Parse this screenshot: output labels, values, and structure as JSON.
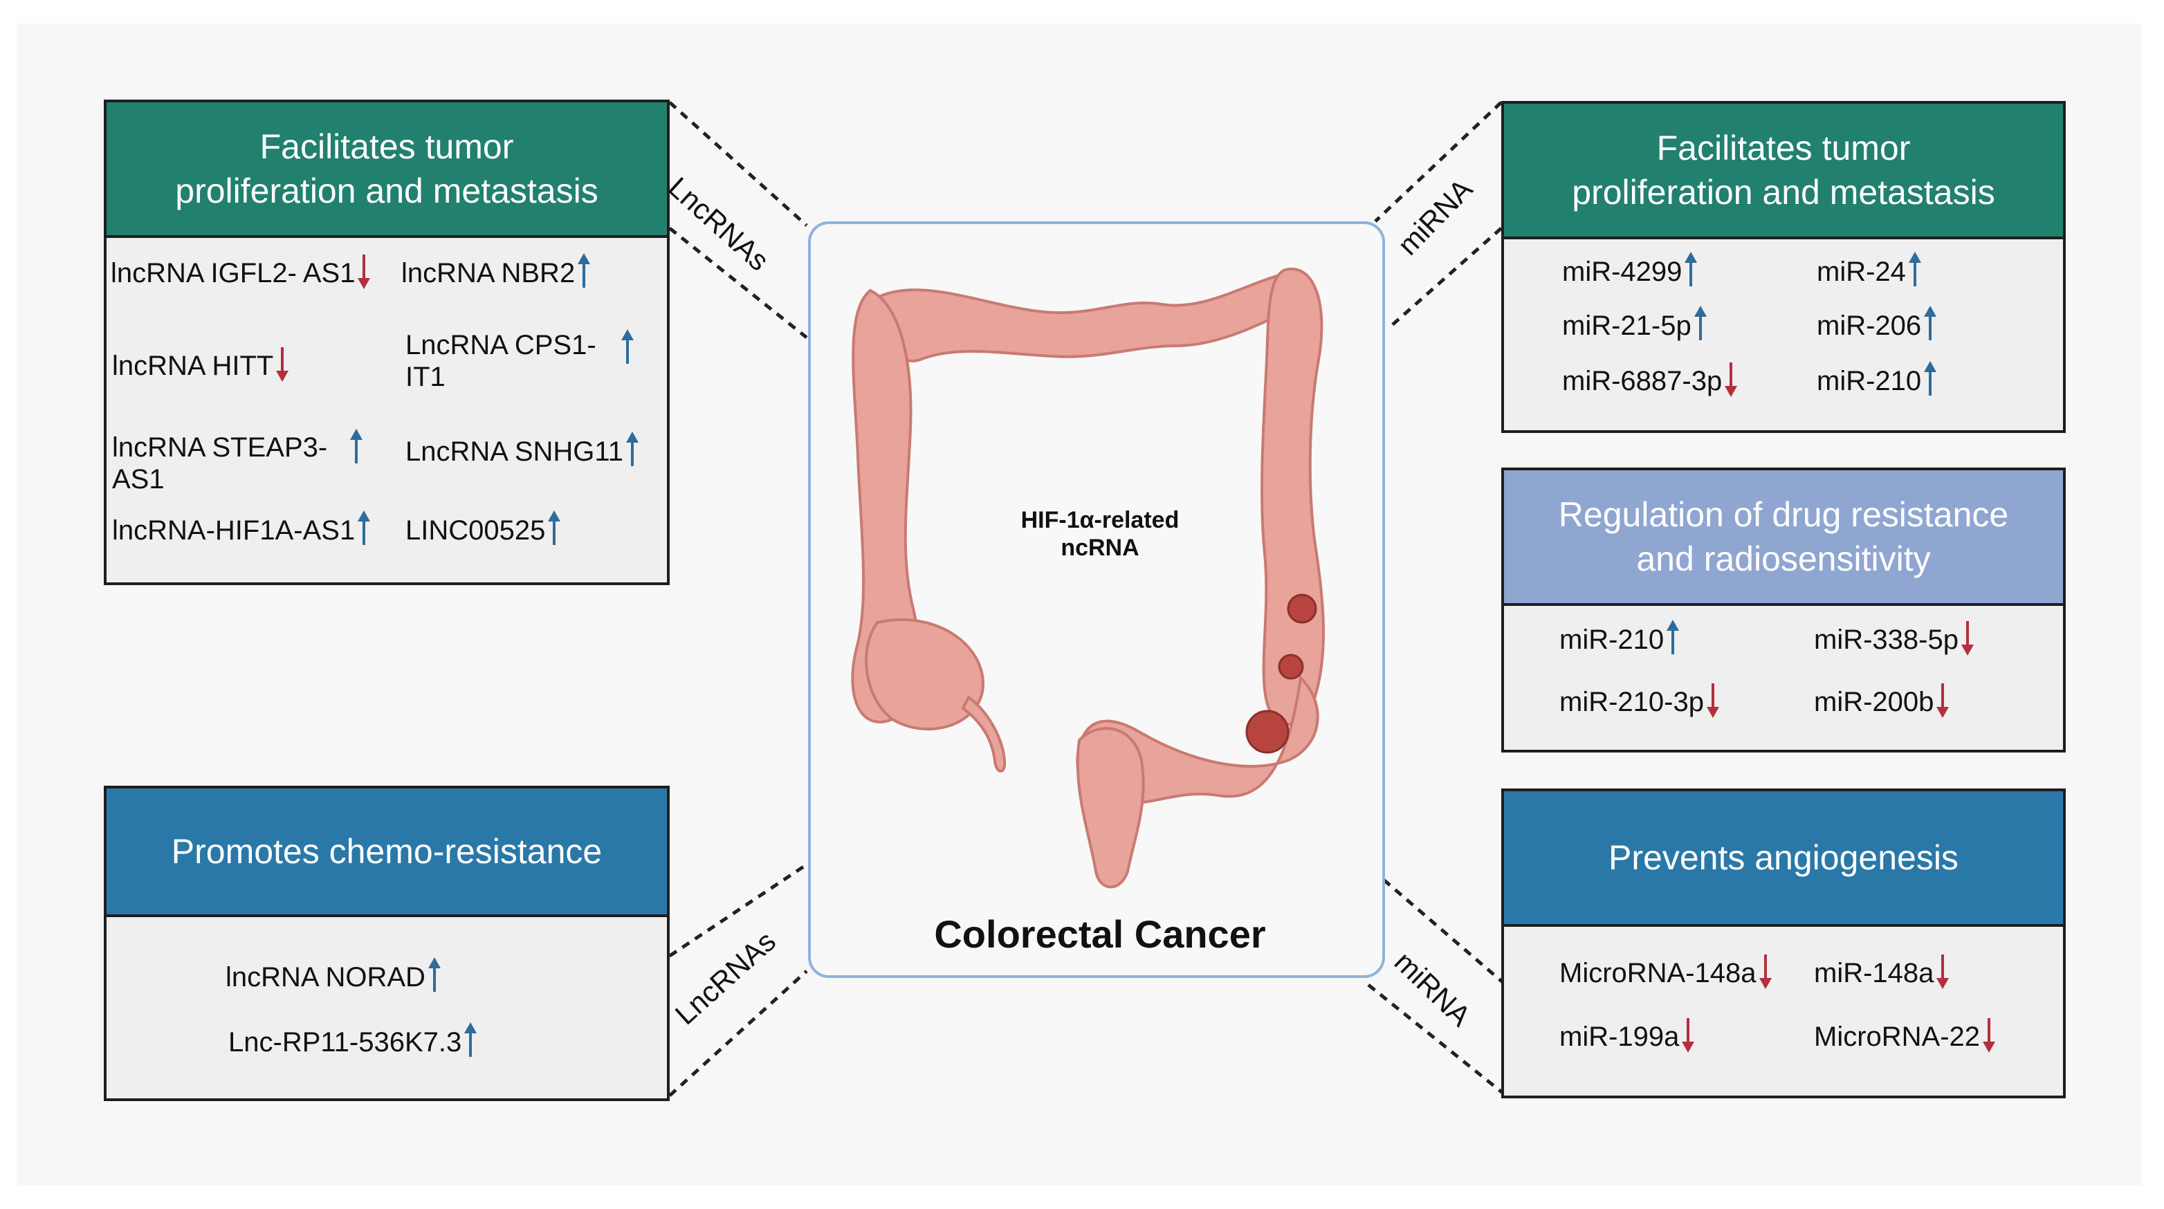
{
  "center": {
    "inner_label": "HIF-1α-related\nncRNA",
    "title": "Colorectal Cancer"
  },
  "connectors": {
    "top_left": "LncRNAs",
    "top_right": "miRNA",
    "bottom_left": "LncRNAs",
    "bottom_right": "miRNA"
  },
  "boxes": {
    "lnc_prolif": {
      "title": "Facilitates tumor\nproliferation and metastasis",
      "items": [
        {
          "text": "lncRNA IGFL2- AS1",
          "dir": "down"
        },
        {
          "text": "lncRNA NBR2",
          "dir": "up"
        },
        {
          "text": "lncRNA HITT",
          "dir": "down"
        },
        {
          "text": "LncRNA CPS1-\nIT1",
          "dir": "up"
        },
        {
          "text": "lncRNA STEAP3-\nAS1",
          "dir": "up"
        },
        {
          "text": "LncRNA SNHG11",
          "dir": "up"
        },
        {
          "text": "lncRNA-HIF1A-AS1",
          "dir": "up"
        },
        {
          "text": "LINC00525",
          "dir": "up"
        }
      ]
    },
    "lnc_chemo": {
      "title": "Promotes chemo-resistance",
      "items": [
        {
          "text": "lncRNA NORAD",
          "dir": "up"
        },
        {
          "text": "Lnc-RP11-536K7.3",
          "dir": "up"
        }
      ]
    },
    "mir_prolif": {
      "title": "Facilitates tumor\nproliferation and metastasis",
      "items": [
        {
          "text": "miR-4299",
          "dir": "up"
        },
        {
          "text": "miR-24",
          "dir": "up"
        },
        {
          "text": "miR-21-5p",
          "dir": "up"
        },
        {
          "text": "miR-206",
          "dir": "up"
        },
        {
          "text": "miR-6887-3p",
          "dir": "down"
        },
        {
          "text": "miR-210",
          "dir": "up"
        }
      ]
    },
    "mir_drug": {
      "title": "Regulation of drug resistance\nand radiosensitivity",
      "items": [
        {
          "text": "miR-210",
          "dir": "up"
        },
        {
          "text": "miR-338-5p",
          "dir": "down"
        },
        {
          "text": "miR-210-3p",
          "dir": "down"
        },
        {
          "text": "miR-200b",
          "dir": "down"
        }
      ]
    },
    "mir_angio": {
      "title": "Prevents angiogenesis",
      "items": [
        {
          "text": "MicroRNA-148a",
          "dir": "down"
        },
        {
          "text": "miR-148a",
          "dir": "down"
        },
        {
          "text": "miR-199a",
          "dir": "down"
        },
        {
          "text": "MicroRNA-22",
          "dir": "down"
        }
      ]
    }
  },
  "colors": {
    "teal_header": "#22806e",
    "blue_header": "#2a78a8",
    "lavender_header": "#8fa6d1",
    "up_arrow": "#2d6c9c",
    "down_arrow": "#b1303b",
    "colon": "#e8a39b",
    "tumor": "#b8443f"
  }
}
